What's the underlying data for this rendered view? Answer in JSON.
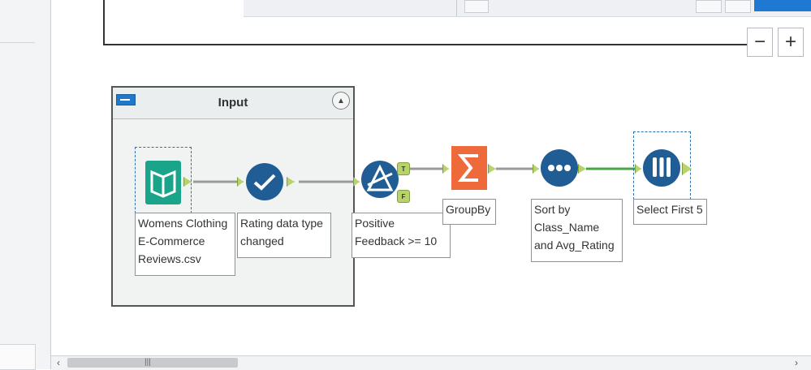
{
  "container": {
    "title": "Input",
    "collapse_icon": "chevron-up-icon"
  },
  "tools": [
    {
      "id": "input",
      "label": "Womens Clothing E-Commerce Reviews.csv",
      "icon": "book-icon",
      "color": "#1aa58a"
    },
    {
      "id": "select",
      "label": "Rating data type changed",
      "icon": "checkmark-icon",
      "color": "#1f5d94"
    },
    {
      "id": "filter",
      "label": "Positive Feedback >= 10",
      "icon": "filter-icon",
      "color": "#1f5d94"
    },
    {
      "id": "summarize",
      "label": "GroupBy",
      "icon": "sigma-icon",
      "color": "#ef6a3a"
    },
    {
      "id": "sort",
      "label": "Sort by Class_Name and Avg_Rating",
      "icon": "dots-icon",
      "color": "#1f5d94"
    },
    {
      "id": "sample",
      "label": "Select First 5",
      "icon": "test-tubes-icon",
      "color": "#1f5d94"
    }
  ],
  "filter_anchors": {
    "true": "T",
    "false": "F"
  },
  "zoom": {
    "minus": "−",
    "plus": "+"
  },
  "scrollbar": {
    "left_arrow": "‹",
    "right_arrow": "›",
    "grip": "|||"
  },
  "colors": {
    "connector": "#9a9a9a",
    "connector_active": "#47a447",
    "anchor": "#b8d36e"
  }
}
